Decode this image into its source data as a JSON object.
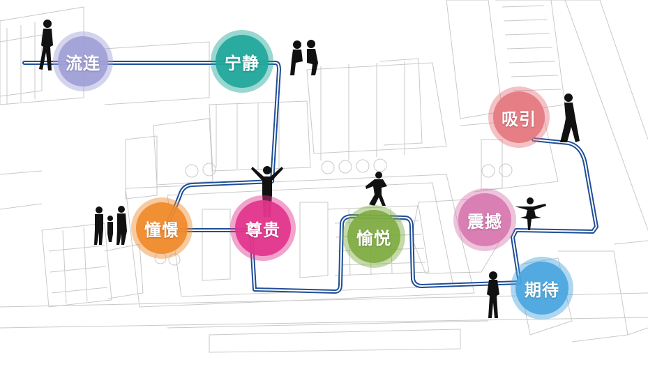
{
  "diagram": {
    "nodes": [
      {
        "id": "liulian",
        "label": "流连",
        "color": "#9f9fd6"
      },
      {
        "id": "ningjing",
        "label": "宁静",
        "color": "#1fa79a"
      },
      {
        "id": "xiyin",
        "label": "吸引",
        "color": "#e5787f"
      },
      {
        "id": "chonghuang",
        "label": "憧憬",
        "color": "#f08a2a"
      },
      {
        "id": "zungui",
        "label": "尊贵",
        "color": "#e2348c"
      },
      {
        "id": "yuyue",
        "label": "愉悦",
        "color": "#7fad43"
      },
      {
        "id": "zhenhan",
        "label": "震撼",
        "color": "#d77ab0"
      },
      {
        "id": "qidai",
        "label": "期待",
        "color": "#4aa6e0"
      }
    ],
    "path_color": "#1f4e96",
    "figure_color": "#111111"
  }
}
